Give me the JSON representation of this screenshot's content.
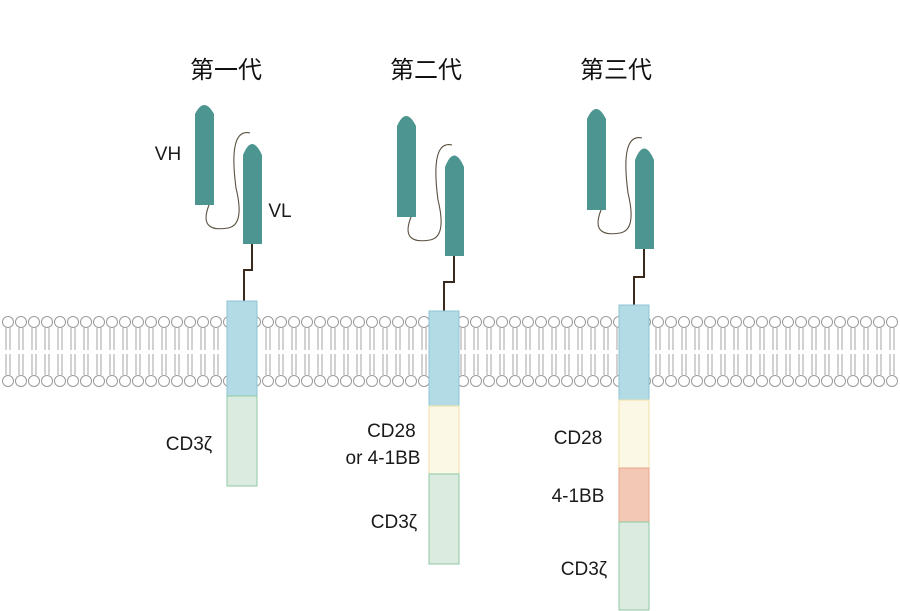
{
  "generations": [
    {
      "title": "第一代",
      "vh_label": "VH",
      "vl_label": "VL",
      "segments": [
        {
          "label": "CD3ζ",
          "color": "#dcebdf"
        }
      ]
    },
    {
      "title": "第二代",
      "vh_label": "",
      "vl_label": "",
      "segments": [
        {
          "label": "CD28\nor 4-1BB",
          "color": "#fbf8e5"
        },
        {
          "label": "CD3ζ",
          "color": "#dcebdf"
        }
      ]
    },
    {
      "title": "第三代",
      "vh_label": "",
      "vl_label": "",
      "segments": [
        {
          "label": "CD28",
          "color": "#fbf8e5"
        },
        {
          "label": "4-1BB",
          "color": "#f3c9b6"
        },
        {
          "label": "CD3ζ",
          "color": "#dcebdf"
        }
      ]
    }
  ],
  "colors": {
    "domain": "#4d9590",
    "transmembrane": "#b3dbe5",
    "membrane_outline": "#9a9a9a",
    "stalk": "#3a2a1e"
  }
}
